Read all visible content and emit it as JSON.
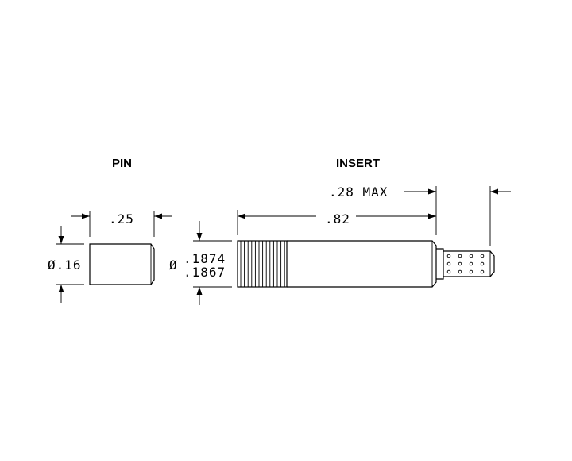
{
  "labels": {
    "pin_title": "PIN",
    "insert_title": "INSERT",
    "pin_length": ".25",
    "pin_diameter": "Ø.16",
    "insert_diameter_symbol": "Ø",
    "insert_diameter_upper": ".1874",
    "insert_diameter_lower": ".1867",
    "insert_length": ".82",
    "insert_tip_length": ".28 MAX"
  },
  "colors": {
    "line": "#000000",
    "background": "#ffffff"
  }
}
